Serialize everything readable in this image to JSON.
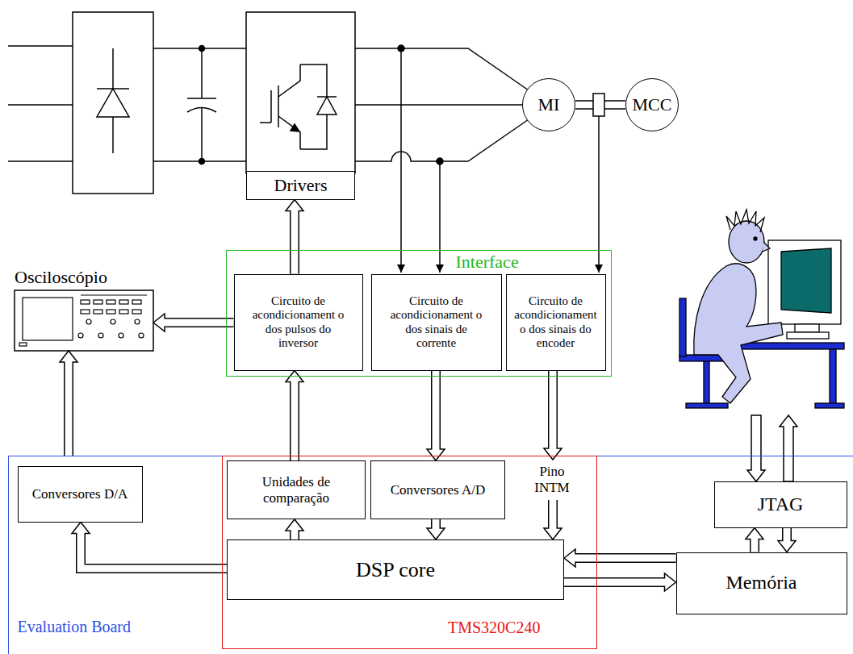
{
  "diagram": {
    "nodes": [
      {
        "text": [
          "Drivers"
        ]
      },
      {
        "text": [
          "MI"
        ]
      },
      {
        "text": [
          "MCC"
        ]
      },
      {
        "text": [
          "Osciloscópio"
        ]
      },
      {
        "text": [
          "Interface"
        ]
      },
      {
        "text": [
          "Circuito de acondicionament o dos pulsos do inversor"
        ],
        "in": 4
      },
      {
        "text": [
          "Circuito de acondicionament o dos sinais de corrente"
        ],
        "in": 4
      },
      {
        "text": [
          "Circuito de acondicionament o dos sinais do encoder"
        ],
        "in": 4
      },
      {
        "text": [
          "Evaluation Board"
        ]
      },
      {
        "text": [
          "Conversores D/A"
        ],
        "in": 8
      },
      {
        "text": [
          "TMS320C240"
        ],
        "in": 8
      },
      {
        "text": [
          "Unidades de comparação"
        ],
        "in": 10
      },
      {
        "text": [
          "Conversores A/D"
        ],
        "in": 10
      },
      {
        "text": [
          "Pino INTM"
        ],
        "in": 10
      },
      {
        "text": [
          "DSP core"
        ],
        "in": 10
      },
      {
        "text": [
          "JTAG"
        ],
        "in": 8
      },
      {
        "text": [
          "Memória"
        ],
        "in": 8
      }
    ],
    "edges": [
      {
        "from": 5,
        "to": 0,
        "arrow": "to"
      },
      {
        "from": 5,
        "to": 3,
        "arrow": "to"
      },
      {
        "from": 11,
        "to": 5,
        "arrow": "to"
      },
      {
        "from": 6,
        "to": 12,
        "arrow": "to"
      },
      {
        "from": 7,
        "to": 13,
        "arrow": "to"
      },
      {
        "from": 12,
        "to": 14,
        "arrow": "to"
      },
      {
        "from": 13,
        "to": 14,
        "arrow": "to"
      },
      {
        "from": 14,
        "to": 11,
        "arrow": "to"
      },
      {
        "from": 14,
        "to": 9,
        "arrow": "to"
      },
      {
        "from": 8,
        "to": 3,
        "arrow": "to"
      },
      {
        "from": 16,
        "to": 14,
        "arrow": "to"
      },
      {
        "from": 14,
        "to": 16,
        "arrow": "to"
      },
      {
        "from": 16,
        "to": 15,
        "arrow": "to"
      },
      {
        "from": 15,
        "to": 16,
        "arrow": "to"
      }
    ]
  }
}
